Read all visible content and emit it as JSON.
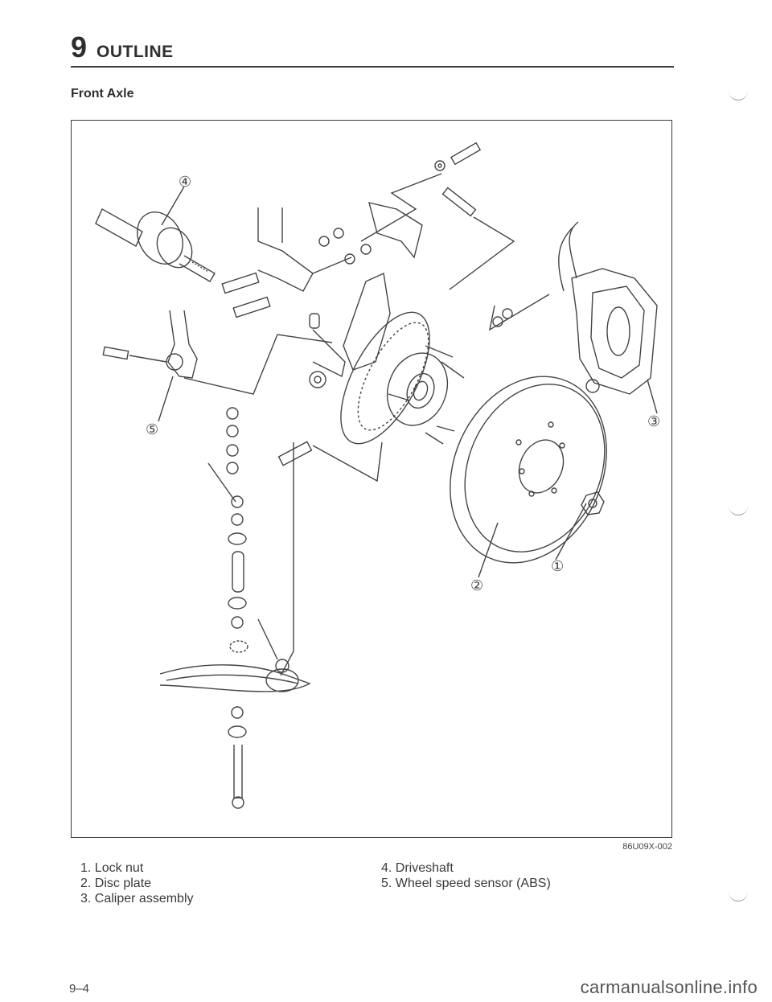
{
  "header": {
    "chapter_number": "9",
    "chapter_title": "OUTLINE"
  },
  "section_title": "Front Axle",
  "figure": {
    "code": "86U09X-002",
    "callouts": [
      "①",
      "②",
      "③",
      "④",
      "⑤"
    ]
  },
  "legend": {
    "left": [
      "1. Lock nut",
      "2. Disc plate",
      "3. Caliper assembly"
    ],
    "right": [
      "4. Driveshaft",
      "5. Wheel speed sensor (ABS)"
    ]
  },
  "footer": {
    "page_number": "9–4",
    "watermark": "carmanualsonline.info"
  }
}
